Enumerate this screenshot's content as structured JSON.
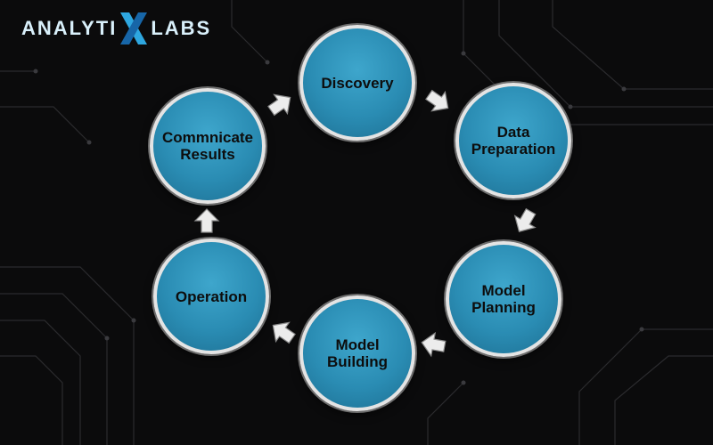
{
  "logo": {
    "text_left": "ANALYTI",
    "text_right": "LABS",
    "mark": "x-logo-mark",
    "colors": {
      "text": "#d9f0fb",
      "mark_light": "#2ea7e0",
      "mark_dark": "#1766a8"
    }
  },
  "colors": {
    "background": "#0b0b0c",
    "circle_fill": "#2a8cb3",
    "circle_border": "#e4e4e4",
    "label": "#0d0d0d",
    "arrow": "#ececec"
  },
  "cycle": {
    "discovery": "Discovery",
    "data_preparation": "Data\nPreparation",
    "model_planning": "Model\nPlanning",
    "model_building": "Model\nBuilding",
    "operation": "Operation",
    "communicate_results": "Commnicate\nResults"
  },
  "arrows": [
    "arrow-icon",
    "arrow-icon",
    "arrow-icon",
    "arrow-icon",
    "arrow-icon",
    "arrow-icon"
  ]
}
